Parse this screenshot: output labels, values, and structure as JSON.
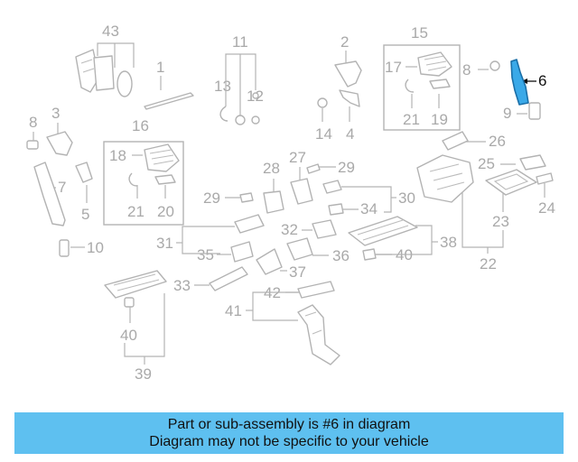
{
  "diagram": {
    "highlight_color": "#3aa9e8",
    "labels": {
      "p43": "43",
      "p1": "1",
      "p11": "11",
      "p13": "13",
      "p12": "12",
      "p2": "2",
      "p15": "15",
      "p17": "17",
      "p21a": "21",
      "p19": "19",
      "p8a": "8",
      "p6": "6",
      "p9": "9",
      "p14": "14",
      "p4": "4",
      "p8b": "8",
      "p3": "3",
      "p7": "7",
      "p5": "5",
      "p16": "16",
      "p18": "18",
      "p21b": "21",
      "p20": "20",
      "p26": "26",
      "p27": "27",
      "p29a": "29",
      "p28": "28",
      "p29b": "29",
      "p30": "30",
      "p25": "25",
      "p24": "24",
      "p23": "23",
      "p34": "34",
      "p10": "10",
      "p31": "31",
      "p32": "32",
      "p38": "38",
      "p22": "22",
      "p35": "35",
      "p36": "36",
      "p40a": "40",
      "p37": "37",
      "p33": "33",
      "p42": "42",
      "p41": "41",
      "p40b": "40",
      "p39": "39"
    }
  },
  "caption": {
    "line1": "Part or sub-assembly is #6 in diagram",
    "line2": "Diagram may not be specific to your vehicle",
    "background": "#5ec0f0"
  }
}
